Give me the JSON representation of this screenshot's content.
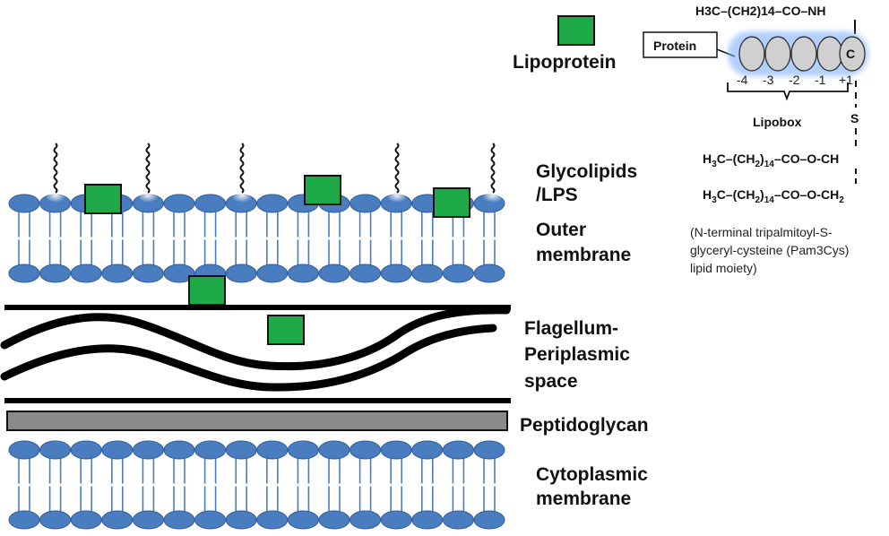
{
  "labels": {
    "lipoprotein": "Lipoprotein",
    "glycolipids_1": "Glycolipids",
    "glycolipids_2": "/LPS",
    "outer_1": "Outer",
    "outer_2": "membrane",
    "flag_1": "Flagellum-",
    "flag_2": "Periplasmic",
    "flag_3": "space",
    "peptidoglycan": "Peptidoglycan",
    "cyto_1": "Cytoplasmic",
    "cyto_2": "membrane"
  },
  "structure": {
    "top_formula": "H3C–(CH2)14–CO–NH",
    "protein": "Protein",
    "cys": "C",
    "positions": [
      "-4",
      "-3",
      "-2",
      "-1",
      "+1"
    ],
    "lipobox": "Lipobox",
    "sulfur": "S",
    "ester1_a": "H",
    "ester1_b": "3",
    "ester1_c": "C–(CH",
    "ester1_d": "2",
    "ester1_e": ")",
    "ester1_f": "14",
    "ester1_g": "–CO–O-CH",
    "ester2_a": "H",
    "ester2_b": "3",
    "ester2_c": "C–(CH",
    "ester2_d": "2",
    "ester2_e": ")",
    "ester2_f": "14",
    "ester2_g": "–CO–O-CH",
    "ester2_h": "2",
    "note_1": "(N-terminal tripalmitoyl-S-",
    "note_2": "glyceryl-cysteine (Pam3Cys)",
    "note_3": "lipid moiety)"
  },
  "colors": {
    "lipid_head": "#4a7dc0",
    "lipid_head_dark": "#2f5e9e",
    "lipoprotein": "#1faa4a",
    "peptidoglycan": "#8a8a8a",
    "bead": "#d0d0d0"
  }
}
